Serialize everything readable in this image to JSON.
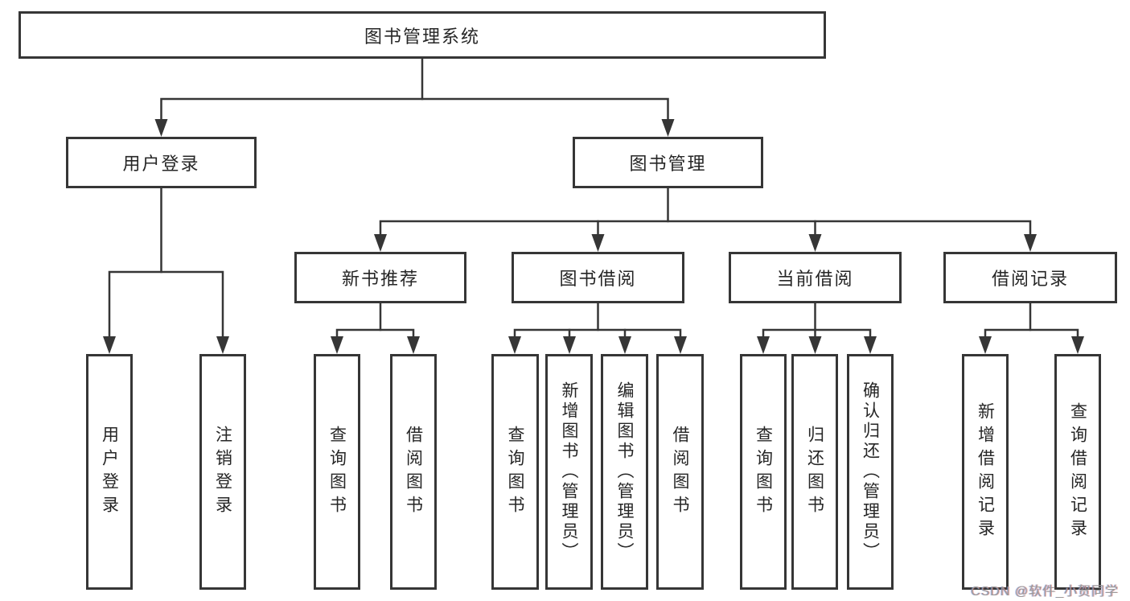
{
  "tree": {
    "root": "图书管理系统",
    "children": [
      {
        "label": "用户登录",
        "children": [
          {
            "label": "用户登录"
          },
          {
            "label": "注销登录"
          }
        ]
      },
      {
        "label": "图书管理",
        "children": [
          {
            "label": "新书推荐",
            "children": [
              {
                "label": "查询图书"
              },
              {
                "label": "借阅图书"
              }
            ]
          },
          {
            "label": "图书借阅",
            "children": [
              {
                "label": "查询图书"
              },
              {
                "label": "新增图书（管理员）"
              },
              {
                "label": "编辑图书（管理员）"
              },
              {
                "label": "借阅图书"
              }
            ]
          },
          {
            "label": "当前借阅",
            "children": [
              {
                "label": "查询图书"
              },
              {
                "label": "归还图书"
              },
              {
                "label": "确认归还（管理员）"
              }
            ]
          },
          {
            "label": "借阅记录",
            "children": [
              {
                "label": "新增借阅记录"
              },
              {
                "label": "查询借阅记录"
              }
            ]
          }
        ]
      }
    ]
  },
  "watermark": {
    "text": "CSDN @软件_小贺同学"
  },
  "colors": {
    "line": "#363636",
    "box_border": "#363636",
    "text": "#262626",
    "background": "#ffffff",
    "watermark_text": "#9a9a9a"
  }
}
